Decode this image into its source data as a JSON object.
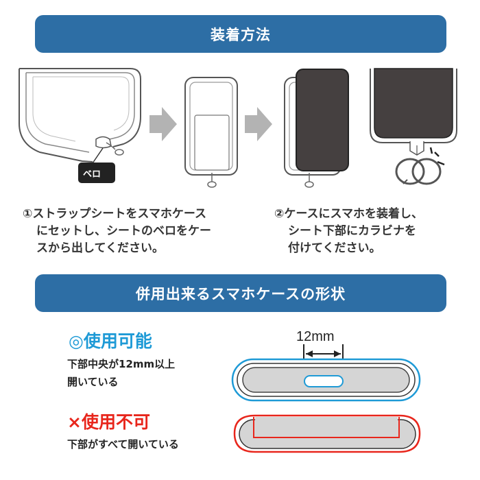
{
  "banners": {
    "install_method": "装着方法",
    "compatible_cases": "併用出来るスマホケースの形状"
  },
  "illustration": {
    "belo_label": "ベロ"
  },
  "steps": {
    "step1": {
      "line1": "①ストラップシートをスマホケース",
      "line2": "にセットし、シートのベロをケー",
      "line3": "スから出してください。"
    },
    "step2": {
      "line1": "②ケースにスマホを装着し、",
      "line2": "シート下部にカラビナを",
      "line3": "付けてください。"
    }
  },
  "usable": {
    "title": "◎使用可能",
    "desc_line1": "下部中央が12mm以上",
    "desc_line2": "開いている",
    "dimension": "12mm",
    "color": "#1e9ad6"
  },
  "unusable": {
    "title": "×使用不可",
    "desc": "下部がすべて開いている",
    "color": "#e8261c"
  },
  "colors": {
    "banner": "#2d6ea5",
    "arrow": "#b3b3b3",
    "phone": "#454040"
  }
}
